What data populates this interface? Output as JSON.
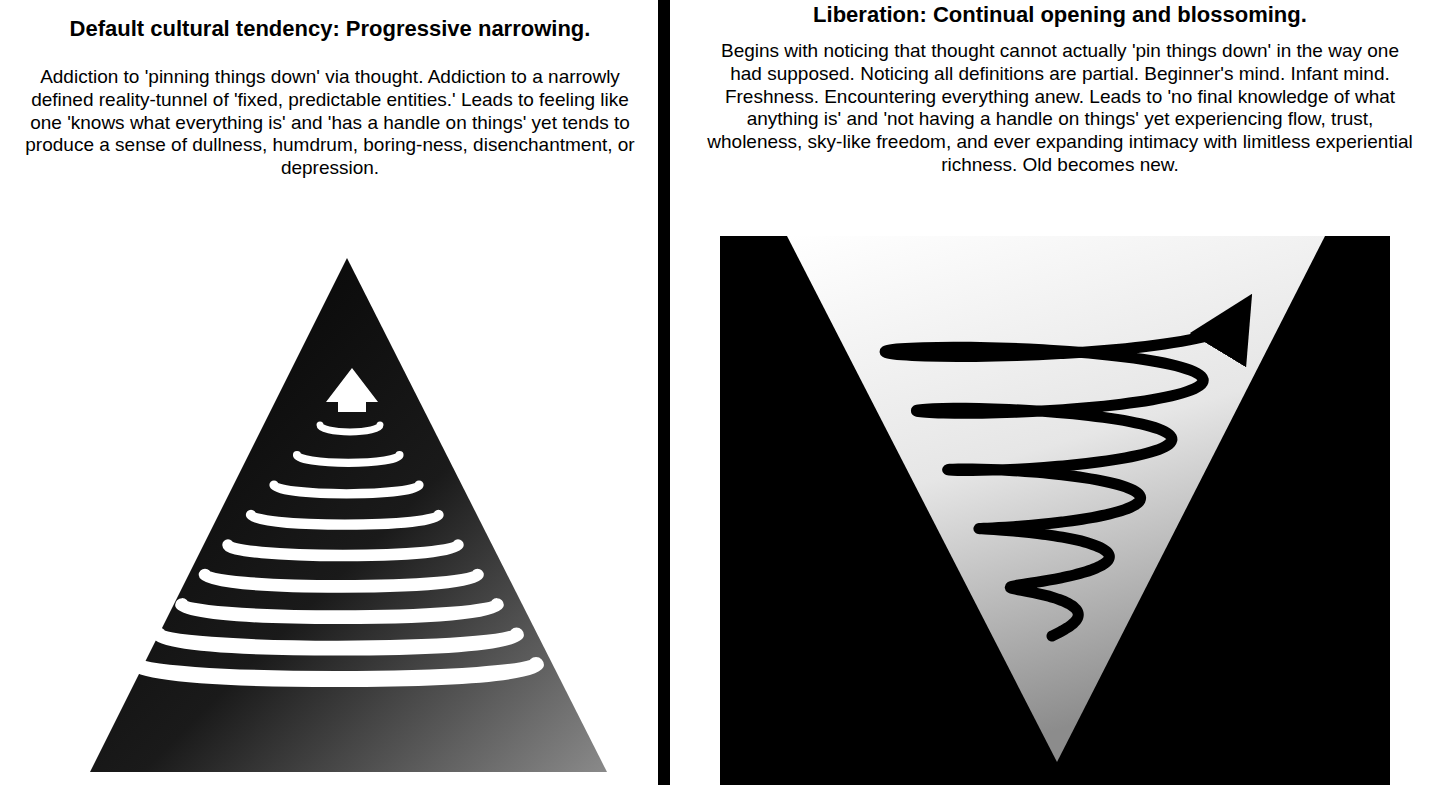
{
  "diagram": {
    "labels": [
      "Default cultural tendency: Progressive narrowing.",
      "Addiction to 'pinning things down' via thought. Addiction to a narrowly defined reality-tunnel of 'fixed, predictable entities.' Leads to feeling like one 'knows what everything is' and 'has a handle on things' yet tends to produce a sense of dullness, humdrum, boring-ness, disenchantment, or depression.",
      "Liberation: Continual opening and blossoming.",
      "Begins with noticing that thought cannot actually 'pin things down' in the way one had supposed. Noticing all definitions are partial. Beginner's mind. Infant mind. Freshness. Encountering everything anew. Leads to 'no final knowledge of what anything is' and 'not having a handle on things' yet experiencing flow, trust, wholeness, sky-like freedom, and ever expanding intimacy with limitless experiential richness. Old becomes new."
    ]
  }
}
